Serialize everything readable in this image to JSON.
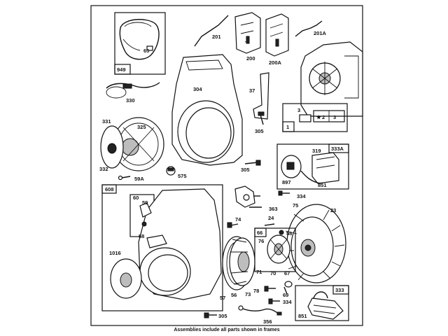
{
  "caption": "Assemblies include all parts shown in frames",
  "labels": {
    "l201": "201",
    "l201A": "201A",
    "l200": "200",
    "l200A": "200A",
    "l65": "65",
    "l949": "949",
    "l304": "304",
    "l37": "37",
    "l330": "330",
    "l3a": "3",
    "l2": "2",
    "l3b": "3",
    "l1": "1",
    "l305a": "305",
    "l331": "331",
    "l325": "325",
    "l332": "332",
    "l575": "575",
    "l305b": "305",
    "l59A": "59A",
    "l319": "319",
    "l333A": "333A",
    "l897": "897",
    "l851a": "851",
    "l608": "608",
    "l59": "59",
    "l60": "60",
    "l334a": "334",
    "l75": "75",
    "l23": "23",
    "l363": "363",
    "l74": "74",
    "l24": "24",
    "l58a": "58",
    "l66": "66",
    "l58b": "58",
    "l76": "76",
    "l1016": "1016",
    "l71": "71",
    "l70": "70",
    "l67": "67",
    "l57": "57",
    "l56": "56",
    "l73": "73",
    "l78": "78",
    "l69": "69",
    "l333": "333",
    "l851b": "851",
    "l305c": "305",
    "l334b": "334",
    "l356": "356"
  }
}
